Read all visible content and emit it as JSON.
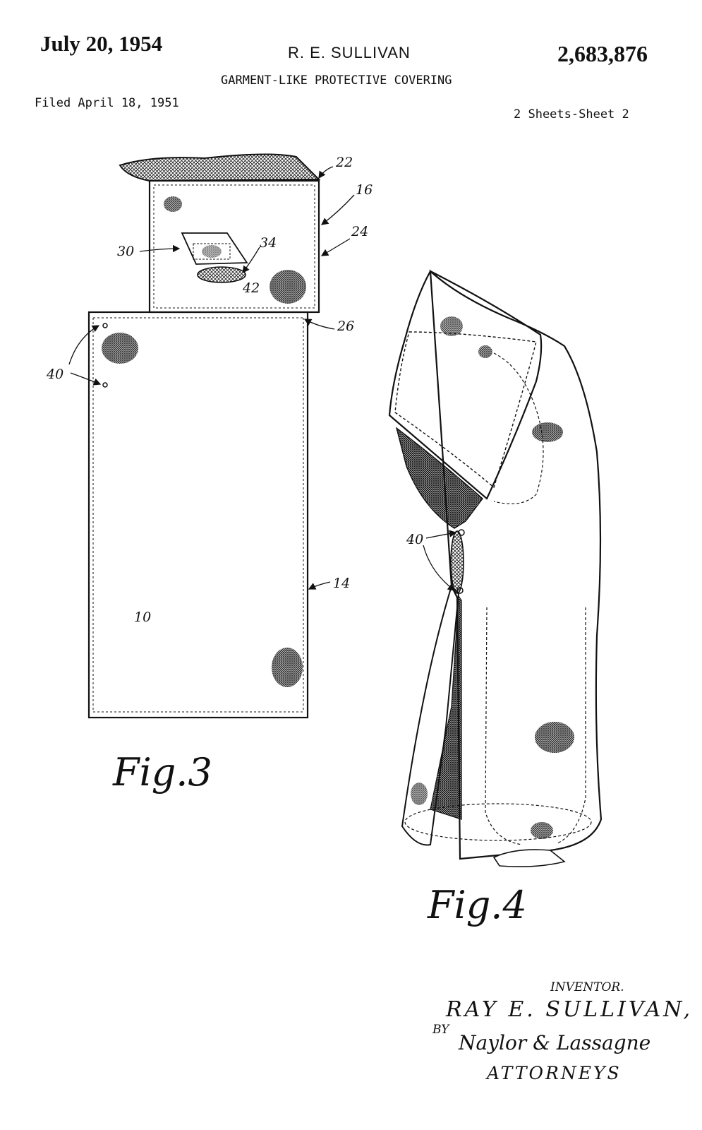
{
  "header": {
    "date": "July 20, 1954",
    "inventor": "R. E. SULLIVAN",
    "patent_number": "2,683,876",
    "title": "GARMENT-LIKE PROTECTIVE COVERING",
    "filed": "Filed April 18, 1951",
    "sheets": "2 Sheets-Sheet 2"
  },
  "figures": {
    "fig3": {
      "label": "Fig.3",
      "refs": {
        "r22": "22",
        "r16": "16",
        "r24": "24",
        "r30": "30",
        "r34": "34",
        "r42": "42",
        "r26": "26",
        "r40": "40",
        "r14": "14",
        "r10": "10"
      }
    },
    "fig4": {
      "label": "Fig.4",
      "refs": {
        "r40": "40"
      }
    }
  },
  "signature_block": {
    "inventor_label": "INVENTOR.",
    "inventor_signature": "RAY E. SULLIVAN,",
    "by_label": "BY",
    "attorney_signature": "Naylor & Lassagne",
    "attorneys_label": "ATTORNEYS"
  },
  "colors": {
    "ink": "#111111",
    "paper": "#ffffff"
  }
}
